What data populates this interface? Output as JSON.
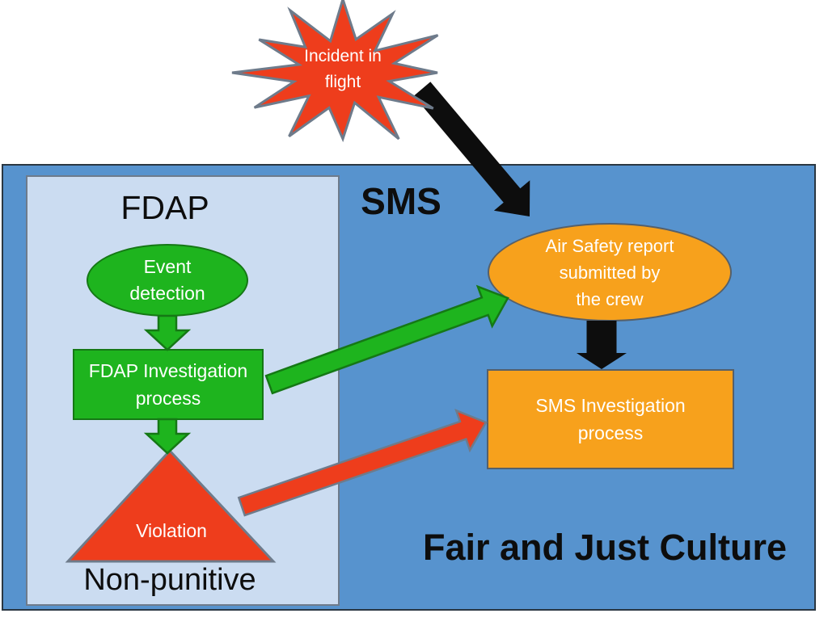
{
  "colors": {
    "canvas_bg": "#ffffff",
    "sms_bg": "#5793ce",
    "sms_border": "#2a3742",
    "fdap_bg": "#cbdcf1",
    "green": "#1eb41e",
    "green_border": "#157815",
    "red": "#ee3d1c",
    "orange": "#f7a11c",
    "orange_border": "#55606b",
    "arrow_black": "#0d0d0d",
    "shape_border": "#6e7b8b",
    "text_light": "#ffffff",
    "text_dark": "#0d0d0d"
  },
  "nodes": {
    "incident": {
      "label": "Incident in\nflight"
    },
    "event_detection": {
      "label": "Event\ndetection"
    },
    "fdap_investigation": {
      "label": "FDAP Investigation\nprocess"
    },
    "violation": {
      "label": "Violation"
    },
    "air_safety_report": {
      "label": "Air Safety report\nsubmitted by\nthe crew"
    },
    "sms_investigation": {
      "label": "SMS Investigation\nprocess"
    }
  },
  "panels": {
    "fdap": {
      "title": "FDAP",
      "footer": "Non-punitive"
    },
    "sms": {
      "title": "SMS",
      "caption": "Fair and Just Culture"
    }
  },
  "arrows": [
    {
      "name": "incident-to-air-safety-report",
      "color": "black"
    },
    {
      "name": "event-detection-to-fdap-investigation",
      "color": "green"
    },
    {
      "name": "fdap-investigation-to-violation",
      "color": "green"
    },
    {
      "name": "fdap-investigation-to-air-safety-report",
      "color": "green"
    },
    {
      "name": "violation-to-sms-investigation",
      "color": "red"
    },
    {
      "name": "air-safety-report-to-sms-investigation",
      "color": "black"
    }
  ]
}
